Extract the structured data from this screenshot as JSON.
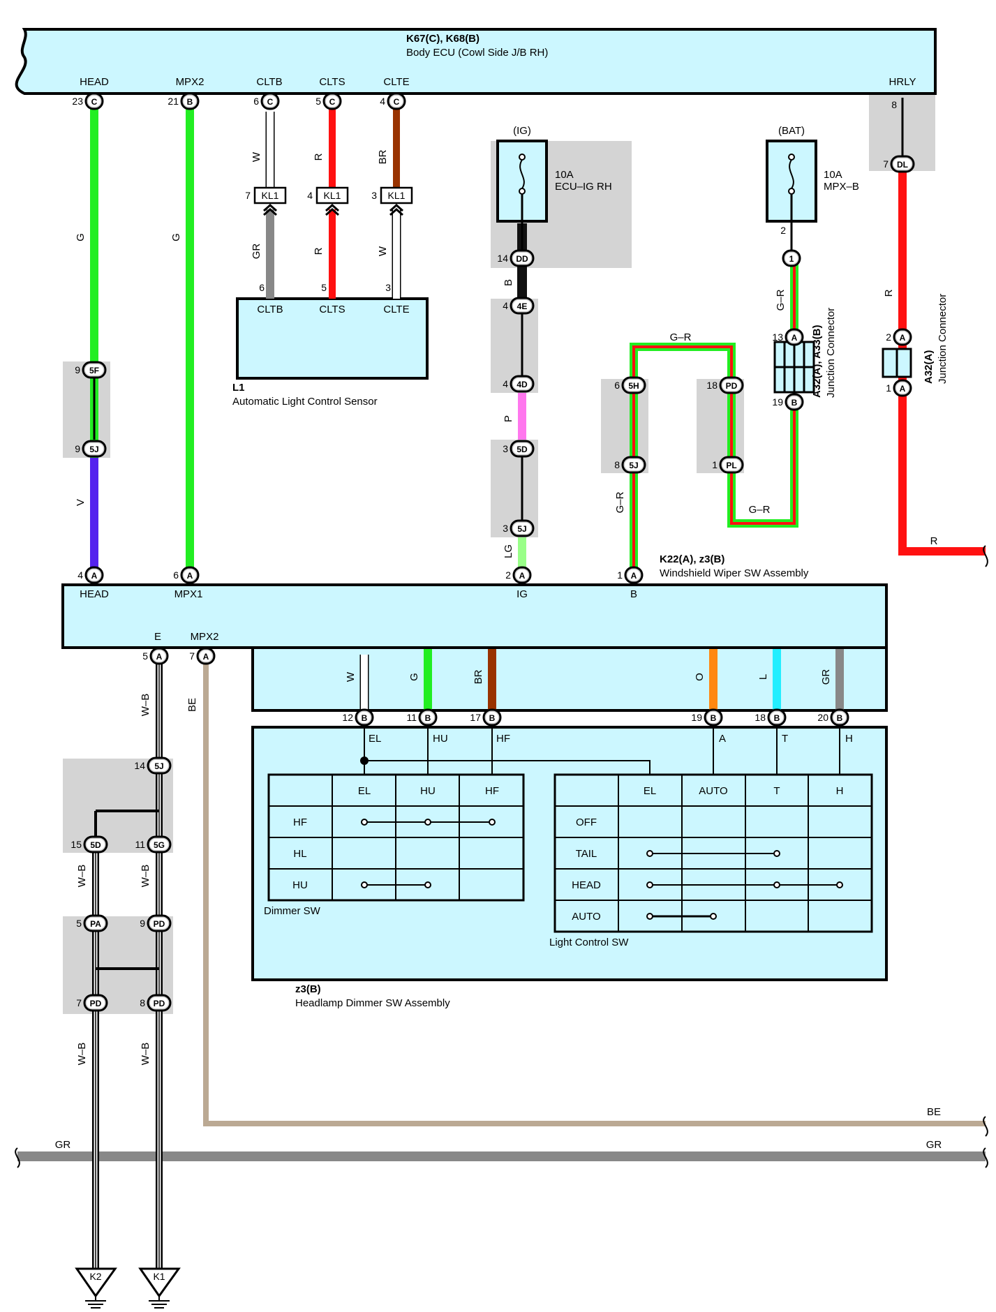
{
  "body_ecu": {
    "id": "K67(C), K68(B)",
    "title": "Body ECU (Cowl Side J/B RH)",
    "terminals": {
      "head": "HEAD",
      "mpx2": "MPX2",
      "cltb": "CLTB",
      "clts": "CLTS",
      "clte": "CLTE",
      "hrly": "HRLY"
    }
  },
  "sensor": {
    "id": "L1",
    "title": "Automatic Light Control Sensor",
    "terminals": {
      "cltb": "CLTB",
      "clts": "CLTS",
      "clte": "CLTE"
    }
  },
  "fuses": {
    "ig": {
      "source": "(IG)",
      "rating": "10A",
      "name": "ECU–IG RH"
    },
    "bat": {
      "source": "(BAT)",
      "rating": "10A",
      "name": "MPX–B"
    }
  },
  "junctions": {
    "a32_a33": {
      "id": "A32(A), A33(B)",
      "title": "Junction Connector"
    },
    "a32": {
      "id": "A32(A)",
      "title": "Junction Connector"
    }
  },
  "wiper_sw": {
    "id": "K22(A), z3(B)",
    "title": "Windshield Wiper SW Assembly",
    "terminals": {
      "head": "HEAD",
      "mpx1": "MPX1",
      "ig": "IG",
      "b": "B",
      "e": "E",
      "mpx2": "MPX2"
    }
  },
  "dimmer_assy": {
    "id": "z3(B)",
    "title": "Headlamp Dimmer SW Assembly",
    "lines": {
      "el": "EL",
      "hu": "HU",
      "hf": "HF",
      "a": "A",
      "t": "T",
      "h": "H"
    },
    "dimmer_sw": {
      "caption": "Dimmer SW",
      "columns": [
        "EL",
        "HU",
        "HF"
      ],
      "rows": [
        "HF",
        "HL",
        "HU"
      ]
    },
    "light_control_sw": {
      "caption": "Light Control SW",
      "columns": [
        "EL",
        "AUTO",
        "T",
        "H"
      ],
      "rows": [
        "OFF",
        "TAIL",
        "HEAD",
        "AUTO"
      ]
    }
  },
  "connectors": {
    "c1": {
      "pin": "23",
      "code": "C"
    },
    "c2": {
      "pin": "21",
      "code": "B"
    },
    "c3": {
      "pin": "6",
      "code": "C"
    },
    "c4": {
      "pin": "5",
      "code": "C"
    },
    "c5": {
      "pin": "4",
      "code": "C"
    },
    "c6": {
      "pin": "8",
      "code": ""
    },
    "c7": {
      "pin": "7",
      "code": "DL"
    },
    "c8": {
      "pin": "7",
      "code": "KL1"
    },
    "c9": {
      "pin": "4",
      "code": "KL1"
    },
    "c10": {
      "pin": "3",
      "code": "KL1"
    },
    "c11": {
      "pin": "6",
      "code": ""
    },
    "c12": {
      "pin": "5",
      "code": ""
    },
    "c13": {
      "pin": "3",
      "code": ""
    },
    "c14": {
      "pin": "14",
      "code": "DD"
    },
    "c15": {
      "pin": "4",
      "code": "4E"
    },
    "c16": {
      "pin": "4",
      "code": "4D"
    },
    "c17": {
      "pin": "3",
      "code": "5D"
    },
    "c18": {
      "pin": "3",
      "code": "5J"
    },
    "c19": {
      "pin": "2",
      "code": ""
    },
    "c20": {
      "pin": "",
      "code": "1"
    },
    "c21": {
      "pin": "13",
      "code": "A"
    },
    "c22": {
      "pin": "19",
      "code": "B"
    },
    "c23": {
      "pin": "2",
      "code": "A"
    },
    "c24": {
      "pin": "1",
      "code": "A"
    },
    "c25": {
      "pin": "6",
      "code": "5H"
    },
    "c26": {
      "pin": "8",
      "code": "5J"
    },
    "c27": {
      "pin": "18",
      "code": "PD"
    },
    "c28": {
      "pin": "1",
      "code": "PL"
    },
    "c29": {
      "pin": "9",
      "code": "5F"
    },
    "c30": {
      "pin": "9",
      "code": "5J"
    },
    "c31": {
      "pin": "4",
      "code": "A"
    },
    "c32": {
      "pin": "6",
      "code": "A"
    },
    "c33": {
      "pin": "2",
      "code": "A"
    },
    "c34": {
      "pin": "1",
      "code": "A"
    },
    "c35": {
      "pin": "5",
      "code": "A"
    },
    "c36": {
      "pin": "7",
      "code": "A"
    },
    "c37": {
      "pin": "14",
      "code": "5J"
    },
    "c38": {
      "pin": "15",
      "code": "5D"
    },
    "c39": {
      "pin": "11",
      "code": "5G"
    },
    "c40": {
      "pin": "5",
      "code": "PA"
    },
    "c41": {
      "pin": "9",
      "code": "PD"
    },
    "c42": {
      "pin": "7",
      "code": "PD"
    },
    "c43": {
      "pin": "8",
      "code": "PD"
    },
    "c44": {
      "pin": "12",
      "code": "B"
    },
    "c45": {
      "pin": "11",
      "code": "B"
    },
    "c46": {
      "pin": "17",
      "code": "B"
    },
    "c47": {
      "pin": "19",
      "code": "B"
    },
    "c48": {
      "pin": "18",
      "code": "B"
    },
    "c49": {
      "pin": "20",
      "code": "B"
    }
  },
  "wire_labels": {
    "w1": "G",
    "w2": "G",
    "w3": "W",
    "w4": "R",
    "w5": "BR",
    "w6": "GR",
    "w7": "R",
    "w8": "W",
    "w9": "V",
    "w10": "B",
    "w11": "P",
    "w12": "LG",
    "w13": "G–R",
    "w14": "G–R",
    "w15": "G–R",
    "w16": "G–R",
    "w17": "R",
    "w18": "R",
    "w19": "W–B",
    "w20": "BE",
    "w21": "W–B",
    "w22": "W–B",
    "w23": "W–B",
    "w24": "W–B",
    "w25": "W",
    "w26": "G",
    "w27": "BR",
    "w28": "O",
    "w29": "L",
    "w30": "GR",
    "w31": "BE",
    "w32": "GR",
    "w33": "GR"
  },
  "grounds": {
    "g1": "K2",
    "g2": "K1"
  },
  "wire_colors": {
    "G": "#22ee22",
    "R": "#ff1111",
    "BR": "#993300",
    "GR": "#888888",
    "W": "#ffffff",
    "V": "#5522ee",
    "B": "#111111",
    "P": "#ff77ee",
    "LG": "#99ff88",
    "O": "#ff8811",
    "L": "#22eeff",
    "BE": "#bba993"
  }
}
